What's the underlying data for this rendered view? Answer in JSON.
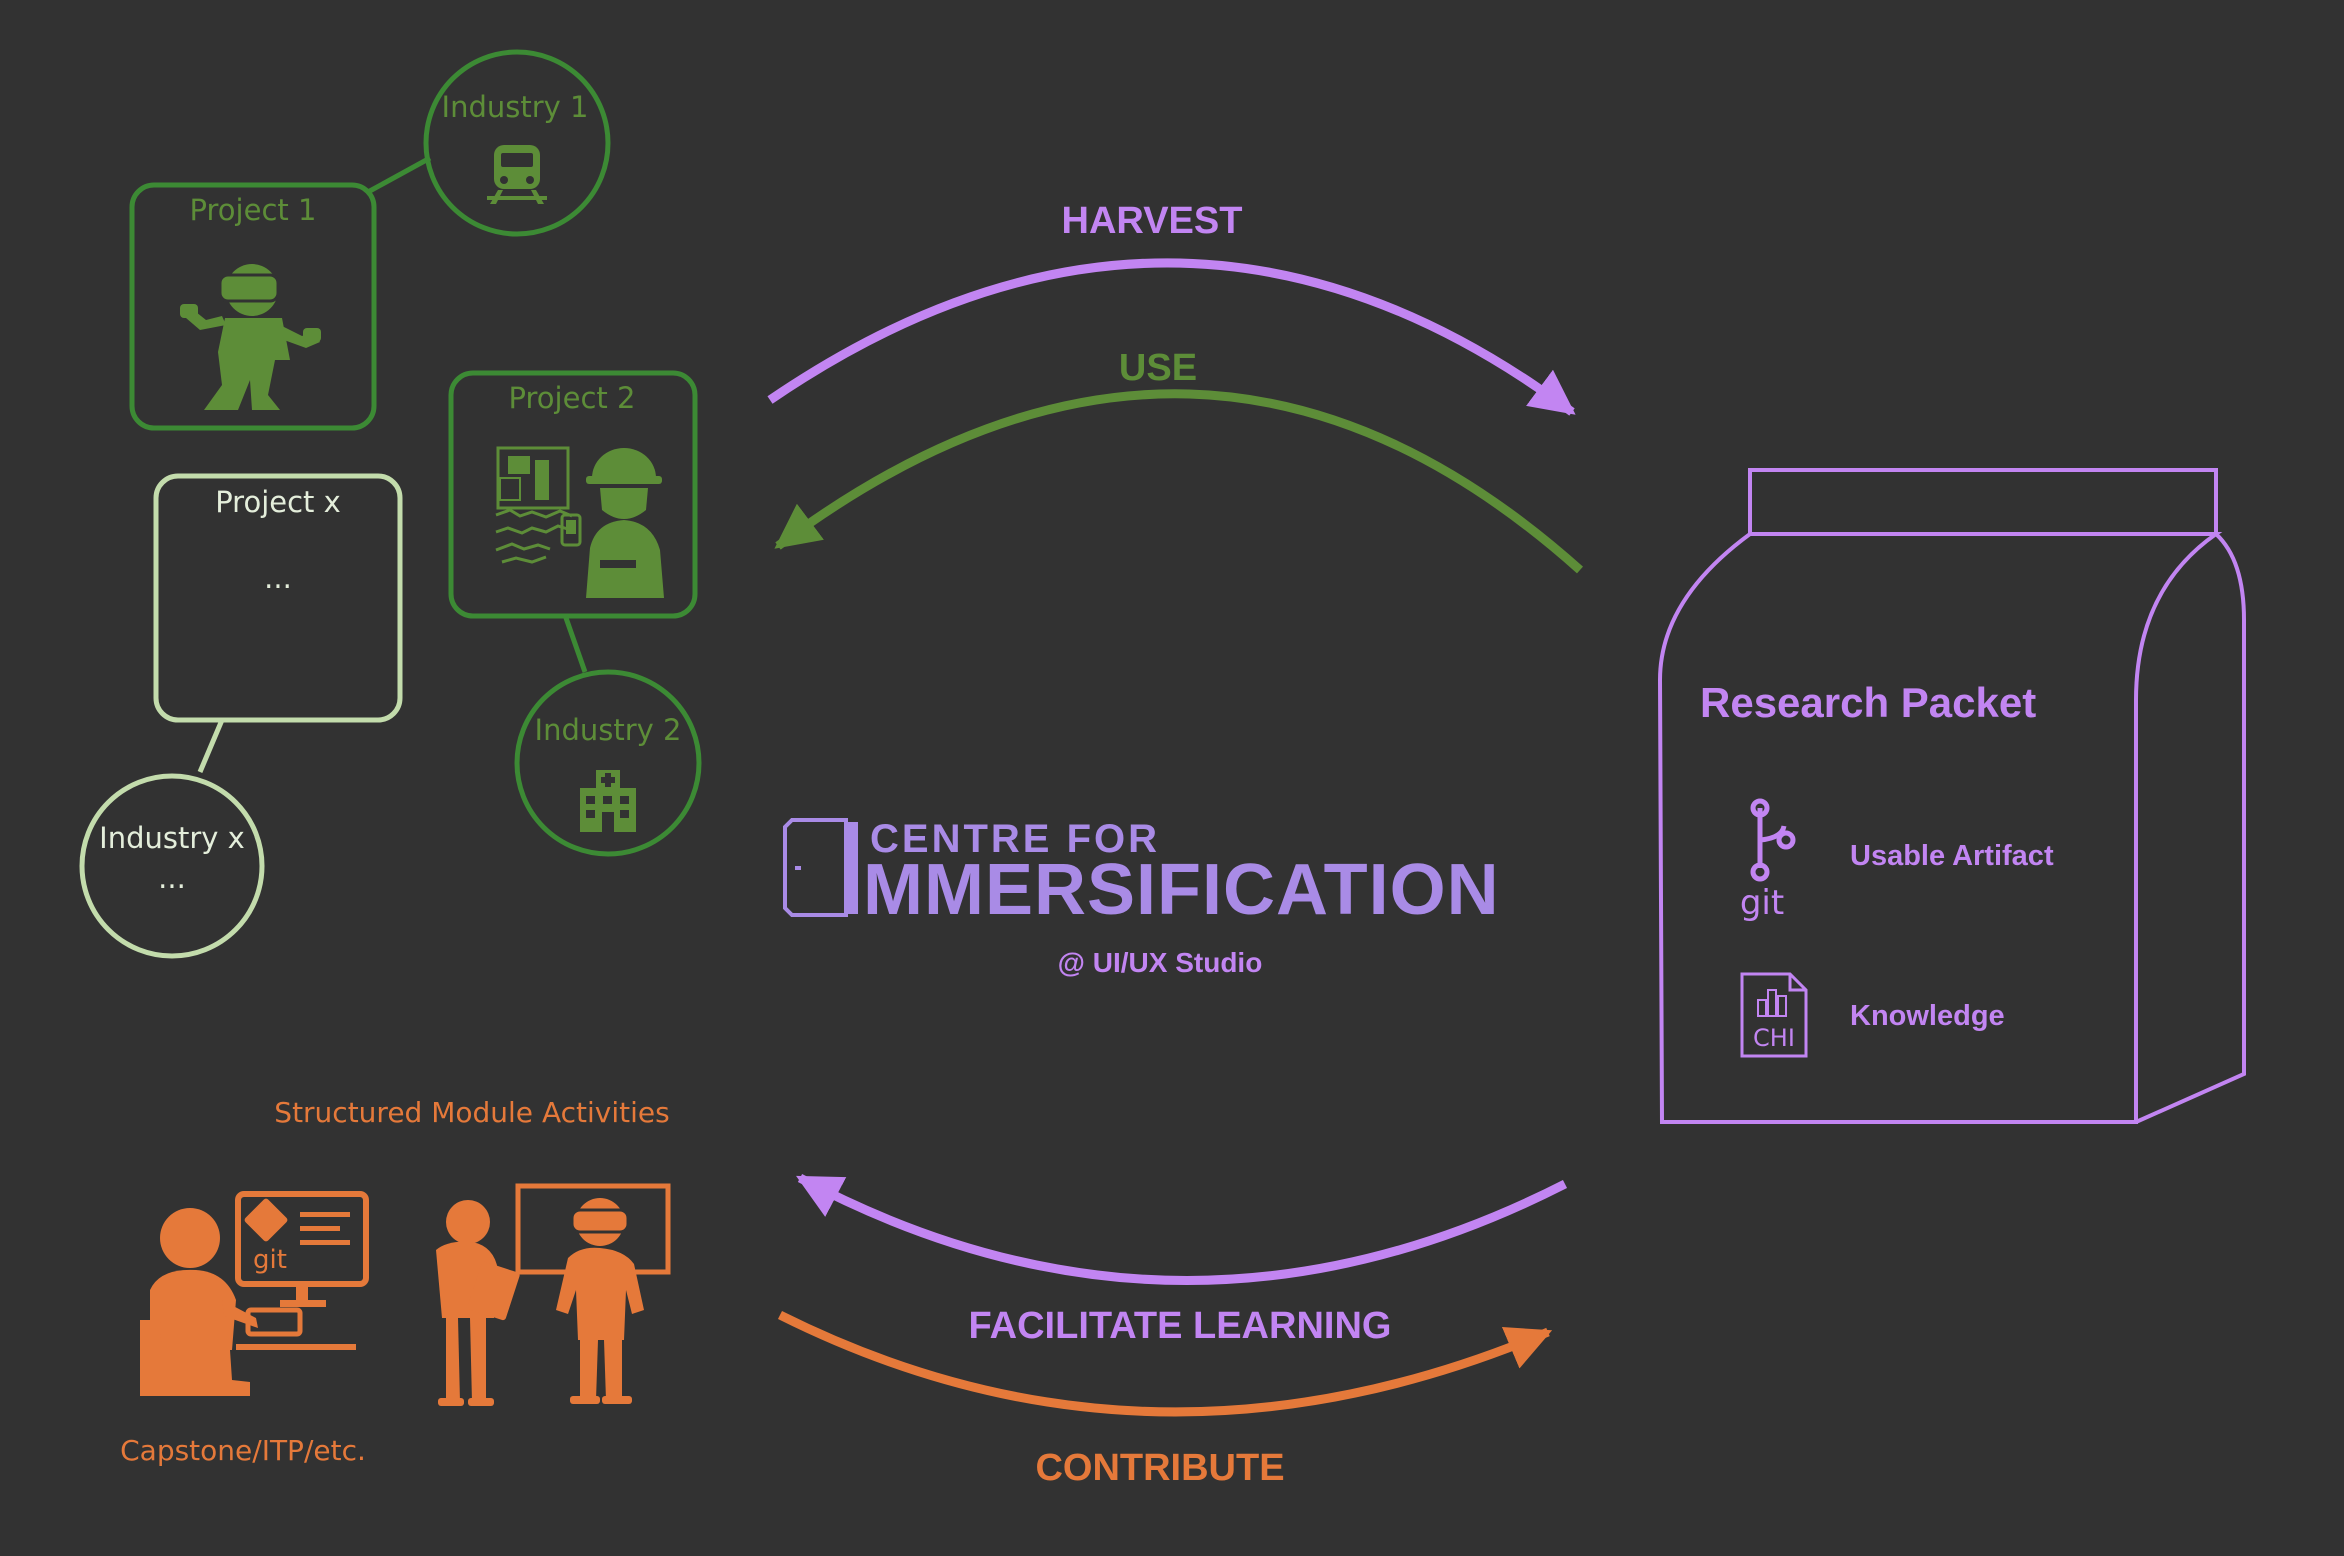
{
  "colors": {
    "background": "#323232",
    "green": "#5d8d38",
    "green_dark": "#3c8a34",
    "green_pale": "#c3dcac",
    "purple": "#c285f2",
    "purple_logo": "#a98be6",
    "orange": "#e5793a"
  },
  "projects": [
    {
      "title": "Project 1",
      "icon": "vr-user-icon"
    },
    {
      "title": "Project 2",
      "icon": "construction-worker-icon"
    },
    {
      "title": "Project x",
      "body": "..."
    }
  ],
  "industries": [
    {
      "title": "Industry 1",
      "icon": "train-icon"
    },
    {
      "title": "Industry 2",
      "icon": "hospital-icon"
    },
    {
      "title": "Industry x",
      "body": "..."
    }
  ],
  "flows": {
    "harvest": "HARVEST",
    "use": "USE",
    "facilitate": "FACILITATE LEARNING",
    "contribute": "CONTRIBUTE"
  },
  "logo": {
    "line1": "CENTRE FOR",
    "line2": "MMERSIFICATION",
    "subtitle": "@ UI/UX Studio"
  },
  "packet": {
    "title": "Research Packet",
    "items": [
      {
        "label": "Usable Artifact",
        "icon": "git-icon",
        "icon_text": "git"
      },
      {
        "label": "Knowledge",
        "icon": "chi-paper-icon",
        "icon_text": "CHI"
      }
    ]
  },
  "activities": {
    "title": "Structured Module Activities",
    "caption": "Capstone/ITP/etc.",
    "screen_text": "git"
  }
}
